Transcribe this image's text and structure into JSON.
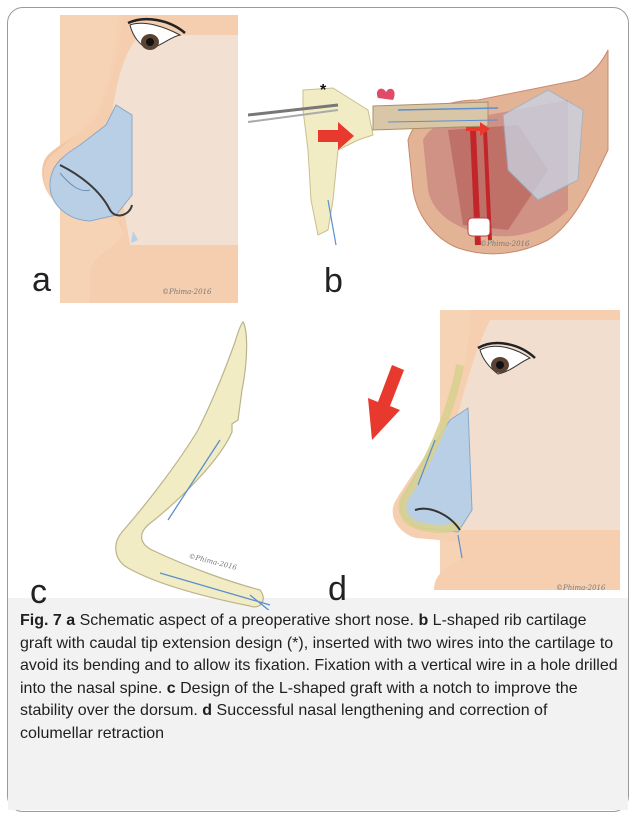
{
  "figure": {
    "panels": [
      {
        "letter": "a",
        "credit": "©Phima-2016"
      },
      {
        "letter": "b",
        "credit": "©Phima-2016",
        "marker": "*"
      },
      {
        "letter": "c",
        "credit": "©Phima-2016"
      },
      {
        "letter": "d",
        "credit": "©Phima-2016"
      }
    ]
  },
  "caption": {
    "fig_label": "Fig. 7",
    "a_key": "a",
    "a_text": " Schematic aspect of a preoperative short nose. ",
    "b_key": "b",
    "b_text": " L-shaped rib cartilage graft with caudal tip extension design (*), inserted with two wires into the cartilage to avoid its bending and to allow its fixation. Fixation with a vertical wire in a hole drilled into the nasal spine. ",
    "c_key": "c",
    "c_text": " Design of the L-shaped graft with a notch to improve the stability over the dorsum. ",
    "d_key": "d",
    "d_text": " Successful nasal lengthening and correction of columellar retraction"
  },
  "colors": {
    "skin": "#f5cfb0",
    "skin_shade": "#edb898",
    "cartilage": "#b9cfe6",
    "graft": "#f1ecc4",
    "wire": "#5b8fcf",
    "arrow": "#e8392f",
    "caption_bg": "#f2f2f2"
  }
}
